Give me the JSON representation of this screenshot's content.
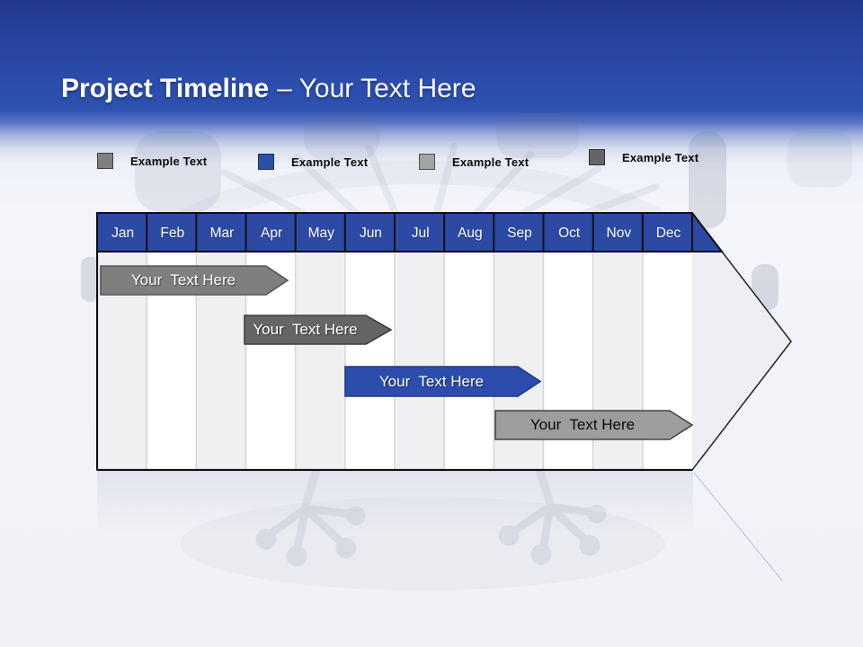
{
  "slide": {
    "title_primary": "Project Timeline",
    "title_secondary": "– Your Text Here",
    "header_band_top_color": "#22388c",
    "header_band_mid_color": "#2e52b2",
    "page_background_color": "#f2f3f8"
  },
  "legend": {
    "items": [
      {
        "label": "Example Text",
        "swatch_color": "#7f7f7f",
        "swatch_border": "#3f3f3f"
      },
      {
        "label": "Example Text",
        "swatch_color": "#2d4fa5",
        "swatch_border": "#1b2f66"
      },
      {
        "label": "Example Text",
        "swatch_color": "#a3a3a3",
        "swatch_border": "#4f4f4f"
      },
      {
        "label": "Example Text",
        "swatch_color": "#656565",
        "swatch_border": "#2f2f2f"
      }
    ]
  },
  "timeline": {
    "months": [
      "Jan",
      "Feb",
      "Mar",
      "Apr",
      "May",
      "Jun",
      "Jul",
      "Aug",
      "Sep",
      "Oct",
      "Nov",
      "Dec"
    ],
    "header_color": "#2c4aa4",
    "grid_stripe_color": "#f0f0f2",
    "grid_line_color": "#d7d7db",
    "arrow_body_color": "#edeff3",
    "outline_color": "#2d2d2d",
    "bars": [
      {
        "label": "Your  Text Here",
        "fill": "#7f7f7f",
        "border": "#565656",
        "text_color": "#ffffff",
        "span": "Jan–Apr"
      },
      {
        "label": "Your  Text Here",
        "fill": "#656565",
        "border": "#3e3e3e",
        "text_color": "#ffffff",
        "span": "Apr–Jun"
      },
      {
        "label": "Your  Text Here",
        "fill": "#2c4dac",
        "border": "#1d3a85",
        "text_color": "#ffffff",
        "span": "Jun–Sep"
      },
      {
        "label": "Your  Text Here",
        "fill": "#9d9d9d",
        "border": "#454545",
        "text_color": "#000000",
        "span": "Sep–Dec"
      }
    ]
  }
}
